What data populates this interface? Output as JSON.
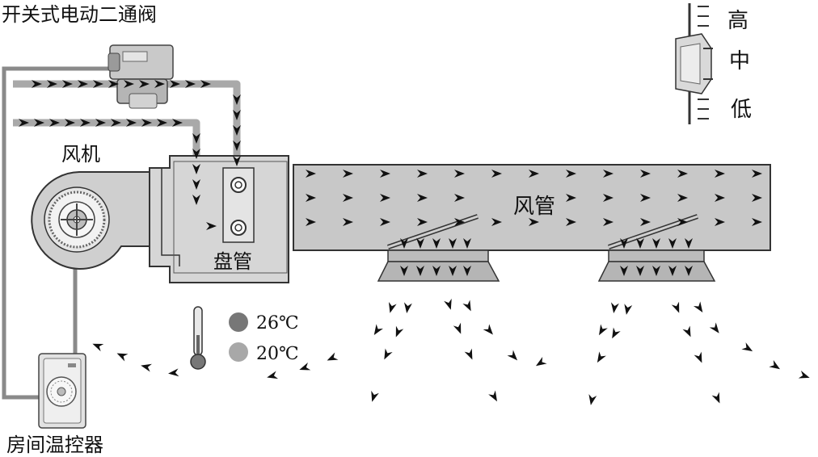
{
  "labels": {
    "valve": "开关式电动二通阀",
    "fan": "风机",
    "coil": "盘管",
    "duct": "风管",
    "thermostat": "房间温控器",
    "temp_high": "26℃",
    "temp_low": "20℃",
    "speed_high": "高",
    "speed_mid": "中",
    "speed_low": "低"
  },
  "colors": {
    "duct_fill": "#c8c8c8",
    "pipe": "#a9a9a9",
    "temp_high_dot": "#777777",
    "temp_low_dot": "#a8a8a8",
    "arrow": "#111111"
  }
}
